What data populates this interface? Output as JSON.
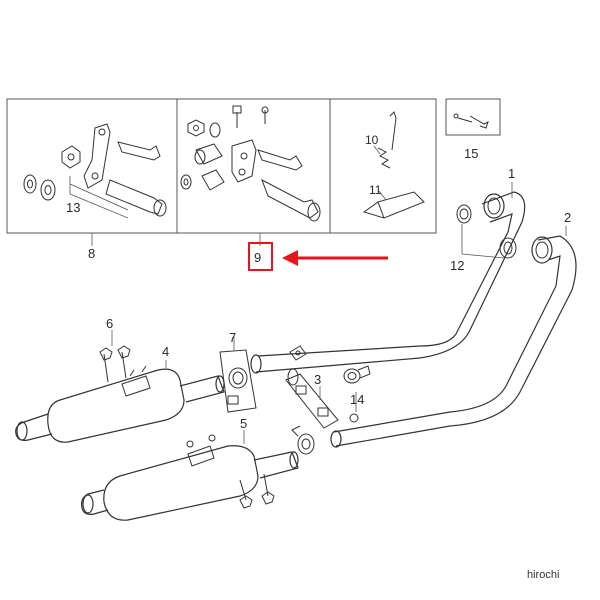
{
  "callouts": {
    "p1": "1",
    "p2": "2",
    "p3": "3",
    "p4": "4",
    "p5": "5",
    "p6": "6",
    "p7": "7",
    "p8": "8",
    "p9": "9",
    "p10": "10",
    "p11": "11",
    "p12": "12",
    "p13": "13",
    "p14": "14",
    "p15": "15"
  },
  "highlight": {
    "target": "9",
    "color": "#e8141c"
  },
  "watermark": "hirochi"
}
